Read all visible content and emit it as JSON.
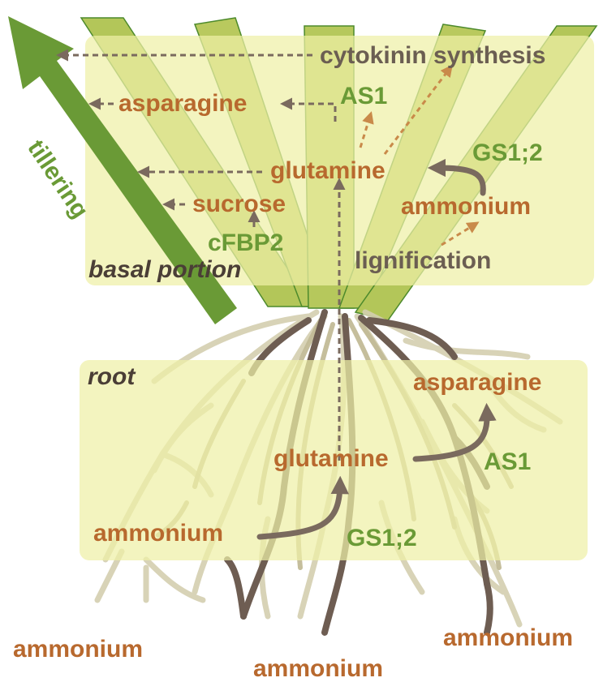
{
  "regions": {
    "basal_label": "basal portion",
    "root_label": "root"
  },
  "side_arrow": {
    "label": "tillering"
  },
  "basal": {
    "cytokinin": "cytokinin synthesis",
    "asparagine": "asparagine",
    "as1": "AS1",
    "glutamine": "glutamine",
    "gs12": "GS1;2",
    "sucrose": "sucrose",
    "ammonium": "ammonium",
    "cfbp2": "cFBP2",
    "lignification": "lignification"
  },
  "root": {
    "asparagine": "asparagine",
    "glutamine": "glutamine",
    "as1": "AS1",
    "ammonium": "ammonium",
    "gs12": "GS1;2"
  },
  "soil": {
    "ammonium_left": "ammonium",
    "ammonium_center": "ammonium",
    "ammonium_right": "ammonium"
  },
  "colors": {
    "metabolite": "#b8692e",
    "enzyme": "#6a9a36",
    "process": "#6b5e52",
    "region_fill": "#eef0a6",
    "leaf_fill": "#b9c95e",
    "leaf_edge": "#4d8a2c",
    "tiller_arrow": "#6a9a36",
    "root_dark": "#6e5d52",
    "root_light": "#c9c3a6",
    "flow_arrow": "#7a6a5e",
    "induction_arrow": "#c98a4a"
  }
}
